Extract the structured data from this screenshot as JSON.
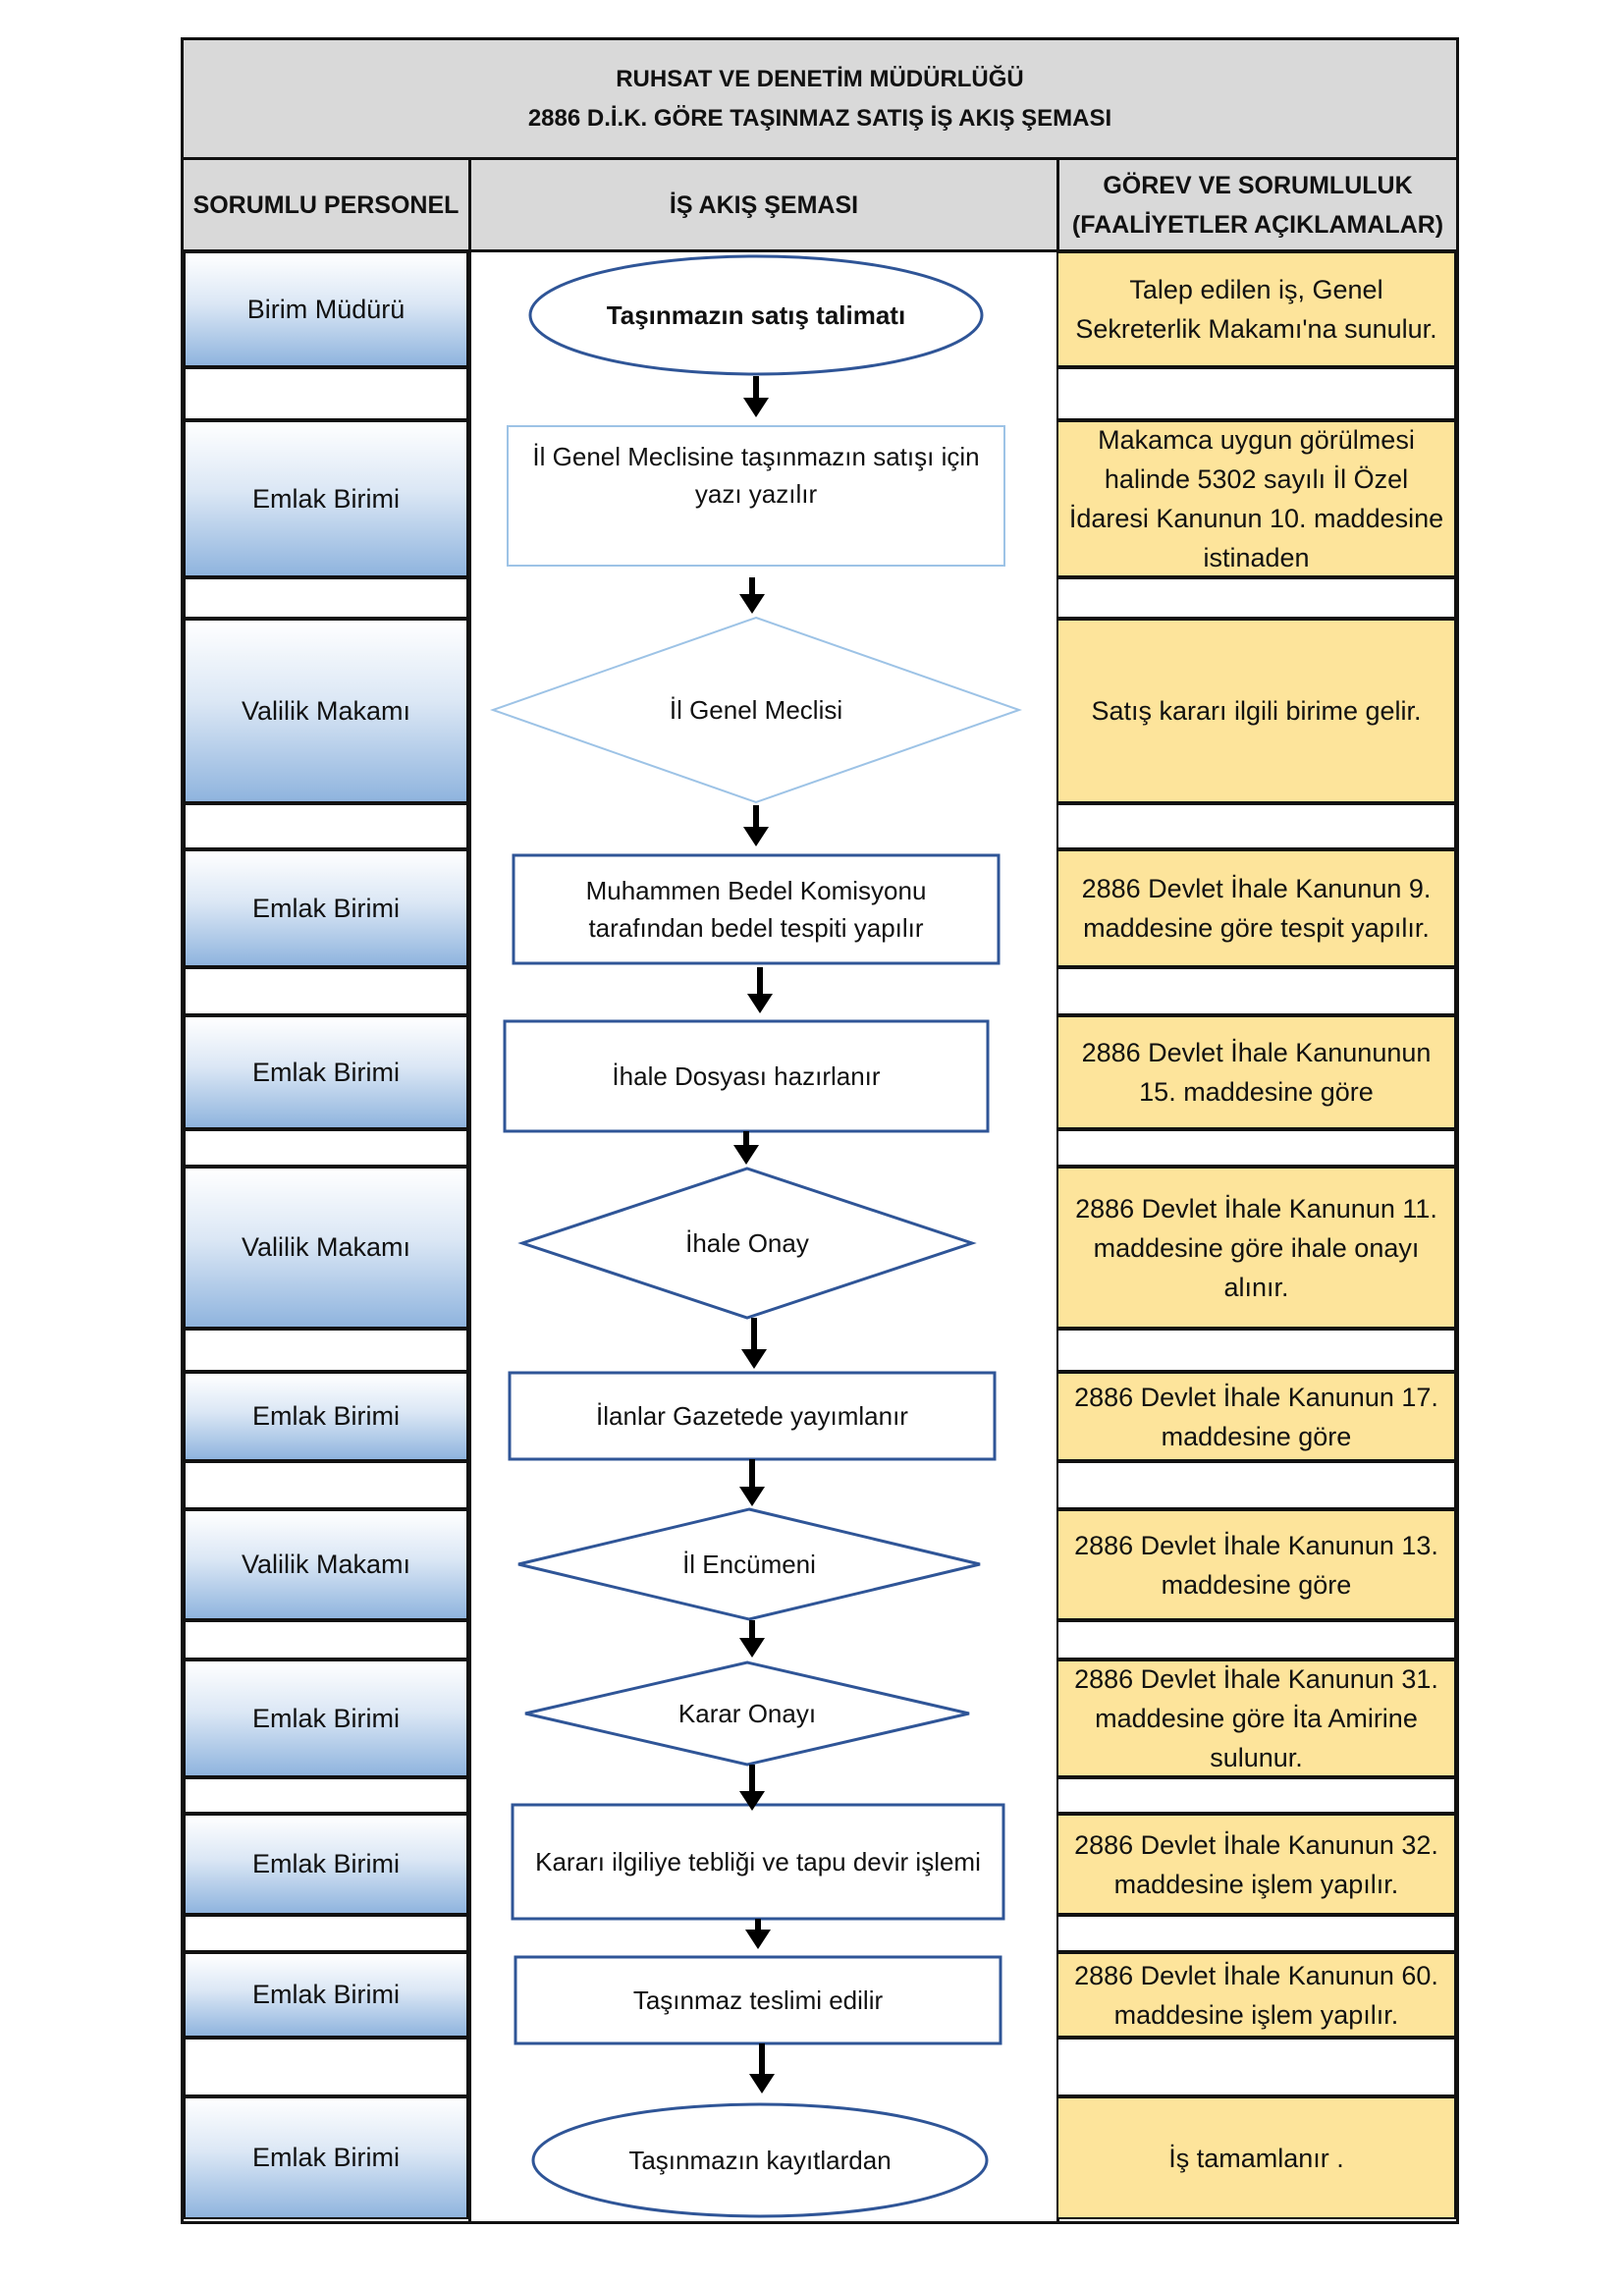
{
  "header": {
    "title_line1": "RUHSAT VE DENETİM MÜDÜRLÜĞÜ",
    "title_line2": "2886 D.İ.K. GÖRE TAŞINMAZ SATIŞ İŞ AKIŞ ŞEMASI"
  },
  "columns": {
    "personnel": "SORUMLU PERSONEL",
    "flow": "İŞ AKIŞ ŞEMASI",
    "duty": "GÖREV VE SORUMLULUK (FAALİYETLER AÇIKLAMALAR)"
  },
  "colors": {
    "header_bg": "#d9d9d9",
    "role_gradient_bottom": "#8fb4de",
    "desc_bg": "#fde49b",
    "shape_border": "#2f5597",
    "shape_border_light": "#9dc3e6"
  },
  "steps": [
    {
      "role": "Birim Müdürü",
      "shape": "ellipse",
      "text": "Taşınmazın satış talimatı",
      "desc": "Talep edilen iş, Genel Sekreterlik Makamı'na sunulur."
    },
    {
      "role": "Emlak Birimi",
      "shape": "rect",
      "text": "İl Genel Meclisine taşınmazın satışı için yazı yazılır",
      "desc": "Makamca uygun görülmesi halinde 5302 sayılı İl Özel İdaresi Kanunun 10. maddesine istinaden"
    },
    {
      "role": "Valilik Makamı",
      "shape": "diamond",
      "text": "İl Genel Meclisi",
      "desc": "Satış kararı ilgili birime gelir."
    },
    {
      "role": "Emlak Birimi",
      "shape": "rect",
      "text": "Muhammen Bedel Komisyonu tarafından bedel tespiti yapılır",
      "desc": "2886 Devlet İhale Kanunun 9. maddesine göre tespit yapılır."
    },
    {
      "role": "Emlak Birimi",
      "shape": "rect",
      "text": "İhale Dosyası hazırlanır",
      "desc": "2886 Devlet İhale Kanununun 15. maddesine göre"
    },
    {
      "role": "Valilik Makamı",
      "shape": "diamond",
      "text": "İhale Onay",
      "desc": "2886 Devlet İhale Kanunun 11. maddesine göre ihale onayı alınır."
    },
    {
      "role": "Emlak Birimi",
      "shape": "rect",
      "text": "İlanlar Gazetede yayımlanır",
      "desc": "2886 Devlet İhale Kanunun 17. maddesine göre"
    },
    {
      "role": "Valilik Makamı",
      "shape": "diamond",
      "text": "İl Encümeni",
      "desc": "2886 Devlet İhale Kanunun 13. maddesine göre"
    },
    {
      "role": "Emlak Birimi",
      "shape": "diamond",
      "text": "Karar Onayı",
      "desc": "2886 Devlet İhale Kanunun 31. maddesine göre İta Amirine sulunur."
    },
    {
      "role": "Emlak Birimi",
      "shape": "rect",
      "text": "Kararı ilgiliye tebliği ve tapu devir işlemi",
      "desc": "2886 Devlet İhale Kanunun 32. maddesine işlem yapılır."
    },
    {
      "role": "Emlak Birimi",
      "shape": "rect",
      "text": "Taşınmaz teslimi edilir",
      "desc": "2886 Devlet İhale Kanunun 60. maddesine işlem yapılır."
    },
    {
      "role": "Emlak Birimi",
      "shape": "ellipse",
      "text": "Taşınmazın kayıtlardan",
      "desc": "İş tamamlanır ."
    }
  ]
}
